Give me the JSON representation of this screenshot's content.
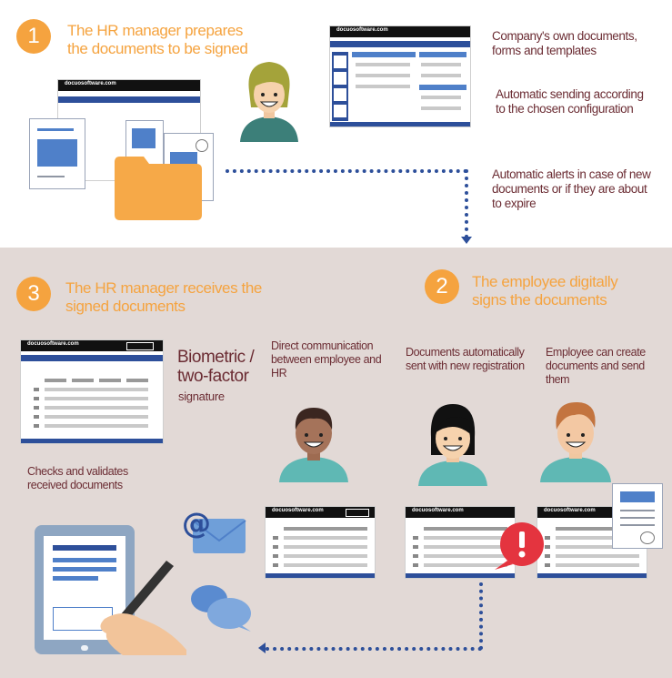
{
  "steps": [
    {
      "number": "1",
      "title": "The HR manager prepares the documents to be signed"
    },
    {
      "number": "2",
      "title": "The employee digitally signs the documents"
    },
    {
      "number": "3",
      "title": "The HR manager receives the signed documents"
    }
  ],
  "brand": "docuosoftware.com",
  "features_top": [
    "Company's own documents, forms and templates",
    "Automatic sending according to the chosen configuration",
    "Automatic alerts in case of new documents or if they are about to expire"
  ],
  "biometric": {
    "title": "Biometric / two-factor",
    "subtitle": "signature"
  },
  "checks": "Checks and validates received documents",
  "direct": "Direct communication between employee and HR",
  "auto_sent": "Documents automatically sent with new registration",
  "create_docs": "Employee can create documents and send them",
  "colors": {
    "orange": "#f5a33f",
    "brown": "#6b2c33",
    "blue": "#2d4f9a",
    "band": "#e2d9d6"
  },
  "icons": [
    "at-sign-icon",
    "chat-bubbles-icon",
    "alert-icon",
    "signature-pen-icon"
  ]
}
